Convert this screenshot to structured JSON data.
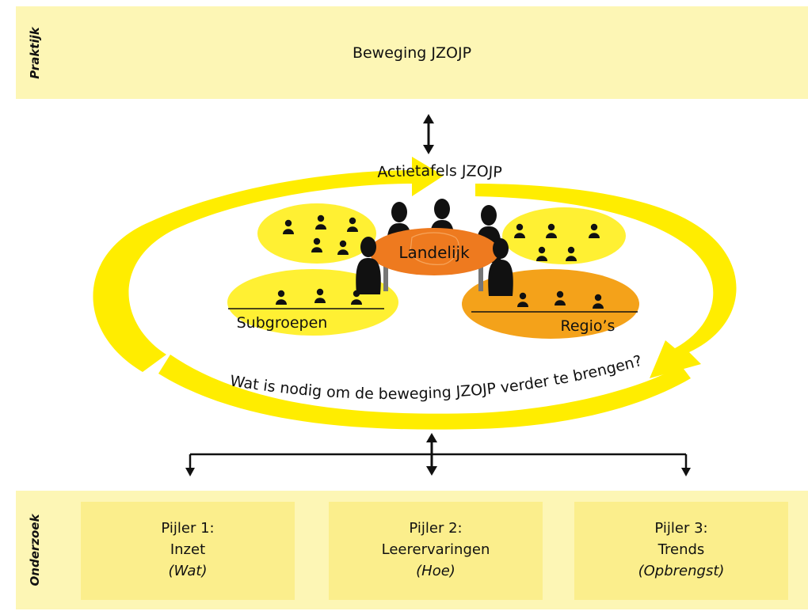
{
  "top_band": {
    "side_label": "Praktijk",
    "title": "Beweging JZOJP"
  },
  "cycle": {
    "top_label": "Actietafels JZOJP",
    "bottom_label": "Wat is nodig om de beweging JZOJP verder te brengen?",
    "center_table_label": "Landelijk",
    "left_group_label": "Subgroepen",
    "right_group_label": "Regio’s",
    "colors": {
      "arrow": "#ffed00",
      "ellipse_yellow": "#fff033",
      "table": "#ee7a1f",
      "regio": "#f4a21a"
    }
  },
  "bottom_band": {
    "side_label": "Onderzoek",
    "pillars": [
      {
        "line1": "Pijler 1:",
        "line2": "Inzet",
        "line3": "(Wat)"
      },
      {
        "line1": "Pijler 2:",
        "line2": "Leerervaringen",
        "line3": "(Hoe)"
      },
      {
        "line1": "Pijler 3:",
        "line2": "Trends",
        "line3": "(Opbrengst)"
      }
    ]
  }
}
